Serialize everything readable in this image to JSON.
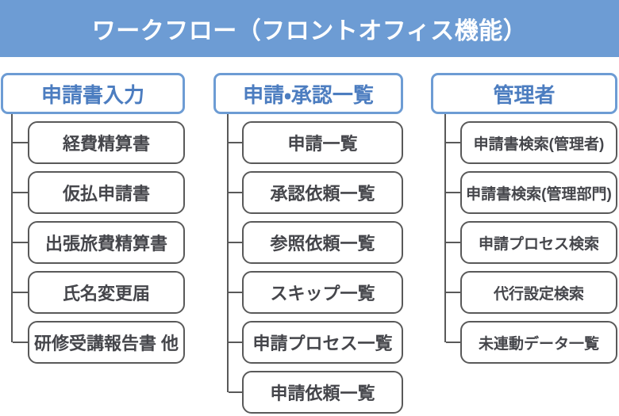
{
  "title": "ワークフロー（フロントオフィス機能）",
  "colors": {
    "title_bar_bg": "#6D9CD4",
    "title_text": "#FFFFFF",
    "category_border": "#6D9CD4",
    "category_text": "#4C7DC0",
    "item_border": "#595959",
    "item_text": "#45464B",
    "connector_line": "#595959",
    "background": "#FFFFFF"
  },
  "columns": [
    {
      "header": "申請書入力",
      "items": [
        "経費精算書",
        "仮払申請書",
        "出張旅費精算書",
        "氏名変更届",
        "研修受講報告書 他"
      ]
    },
    {
      "header": "申請・承認一覧",
      "items": [
        "申請一覧",
        "承認依頼一覧",
        "参照依頼一覧",
        "スキップ一覧",
        "申請プロセス一覧",
        "申請依頼一覧"
      ]
    },
    {
      "header": "管理者",
      "items": [
        "申請書検索(管理者)",
        "申請書検索(管理部門)",
        "申請プロセス検索",
        "代行設定検索",
        "未連動データ一覧"
      ]
    }
  ]
}
